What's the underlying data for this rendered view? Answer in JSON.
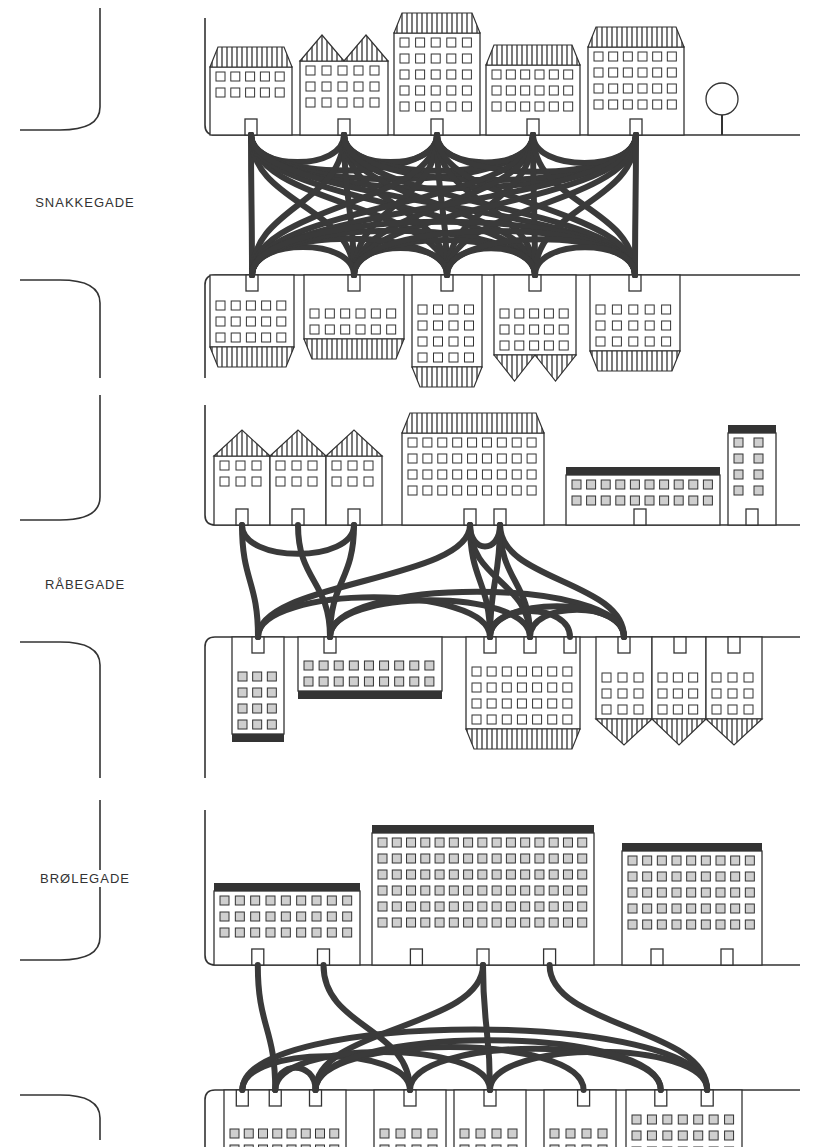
{
  "diagram": {
    "labels": [
      "SNAKKEGADE",
      "RÅBEGADE",
      "BRØLEGADE"
    ]
  }
}
